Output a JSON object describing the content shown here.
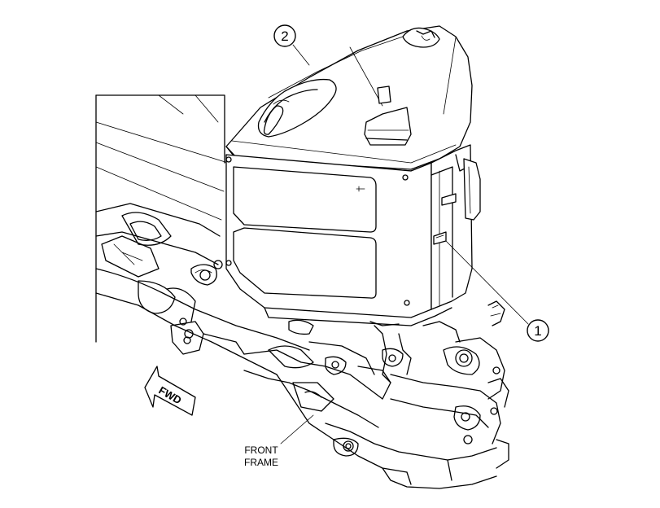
{
  "callouts": [
    {
      "id": "callout-1",
      "number": "1"
    },
    {
      "id": "callout-2",
      "number": "2"
    }
  ],
  "labels": {
    "front_frame_line1": "FRONT",
    "front_frame_line2": "FRAME",
    "direction": "FWD"
  }
}
